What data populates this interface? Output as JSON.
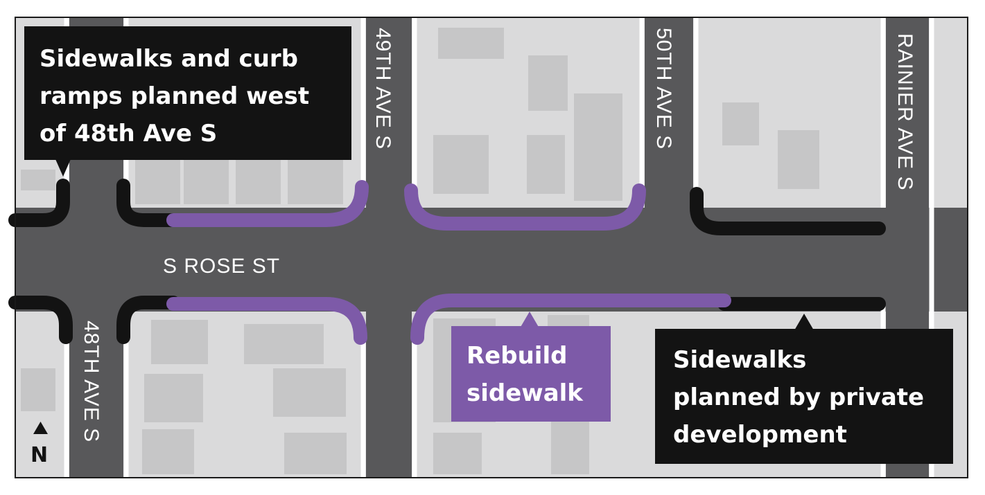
{
  "map": {
    "colors": {
      "background": "#dadadb",
      "block": "#dadadb",
      "building": "#c6c6c7",
      "road": "#58585a",
      "curb": "#ffffff",
      "frame": "#1a1a1a",
      "planned_private": "#131313",
      "rebuild": "#7d5aa8",
      "callout_text": "#ffffff"
    },
    "streets": {
      "east_west": "S ROSE ST",
      "ave_48": "48TH AVE S",
      "ave_49": "49TH AVE S",
      "ave_50": "50TH AVE S",
      "rainier": "RAINIER AVE S"
    },
    "north_arrow": {
      "label": "N",
      "icon": "north-arrow-icon"
    },
    "legend_callouts": {
      "west": {
        "lines": [
          "Sidewalks and curb",
          "ramps planned west",
          "of 48th Ave S"
        ],
        "color": "#131313"
      },
      "rebuild": {
        "lines": [
          "Rebuild",
          "sidewalk"
        ],
        "color": "#7d5aa8"
      },
      "private": {
        "lines": [
          "Sidewalks",
          "planned by private",
          "development"
        ],
        "color": "#131313"
      }
    }
  }
}
